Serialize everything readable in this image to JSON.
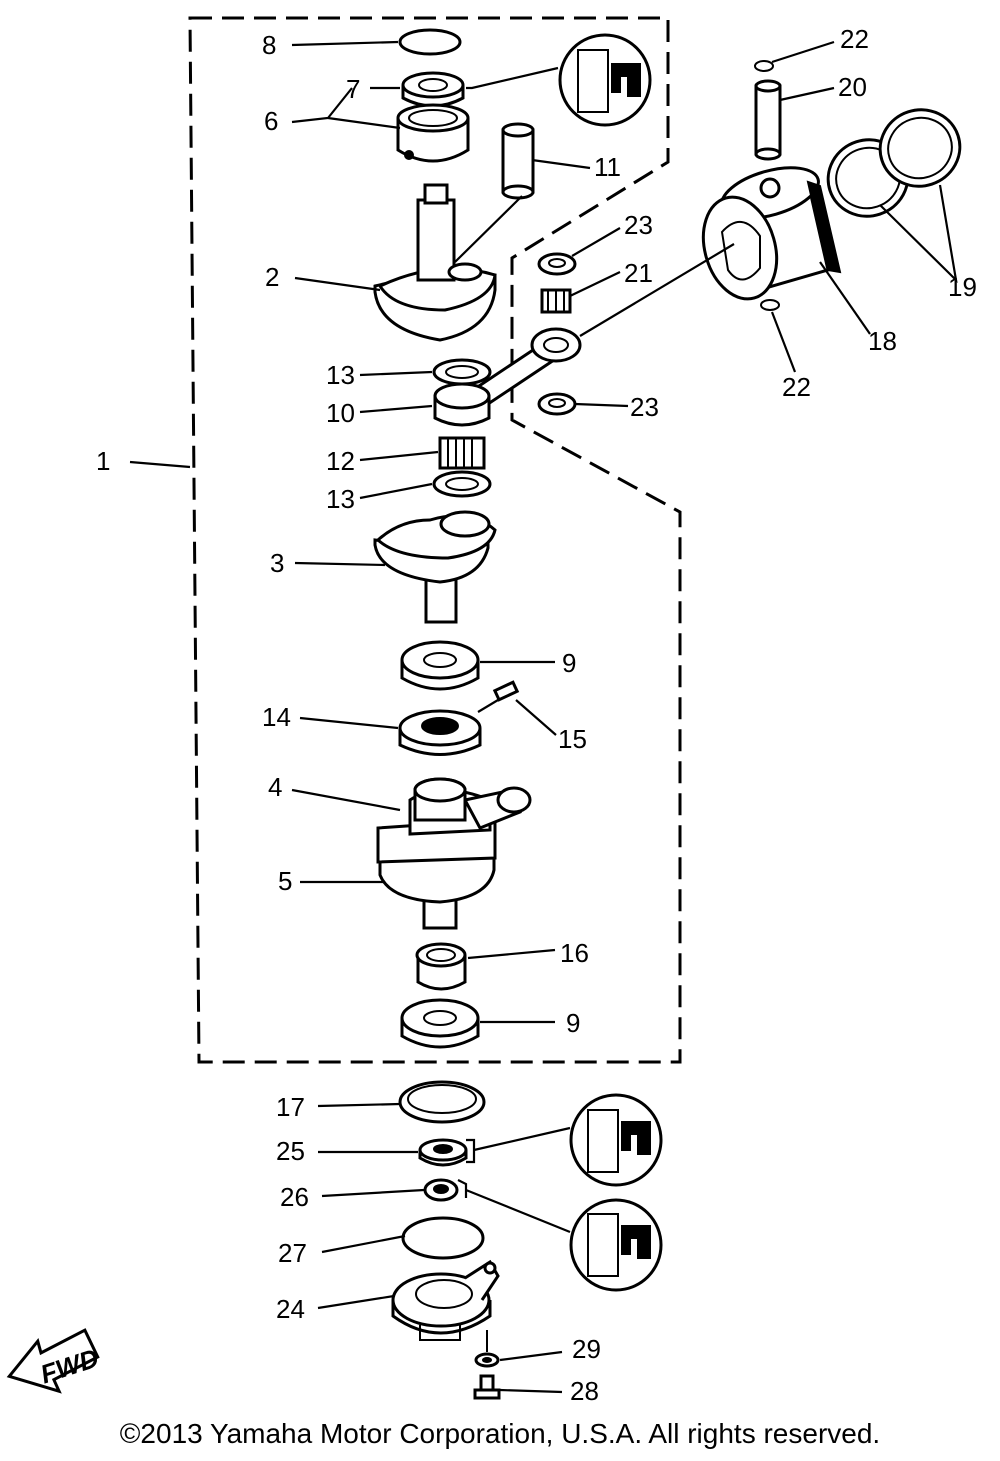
{
  "callouts": {
    "c1": "1",
    "c2": "2",
    "c3": "3",
    "c4": "4",
    "c5": "5",
    "c6": "6",
    "c7": "7",
    "c8": "8",
    "c9a": "9",
    "c9b": "9",
    "c10": "10",
    "c11": "11",
    "c12": "12",
    "c13a": "13",
    "c13b": "13",
    "c14": "14",
    "c15": "15",
    "c16": "16",
    "c17": "17",
    "c18": "18",
    "c19": "19",
    "c20": "20",
    "c21": "21",
    "c22a": "22",
    "c22b": "22",
    "c23a": "23",
    "c23b": "23",
    "c24": "24",
    "c25": "25",
    "c26": "26",
    "c27": "27",
    "c28": "28",
    "c29": "29"
  },
  "fwd_label": "FWD",
  "copyright": "©2013 Yamaha Motor Corporation, U.S.A. All rights reserved."
}
